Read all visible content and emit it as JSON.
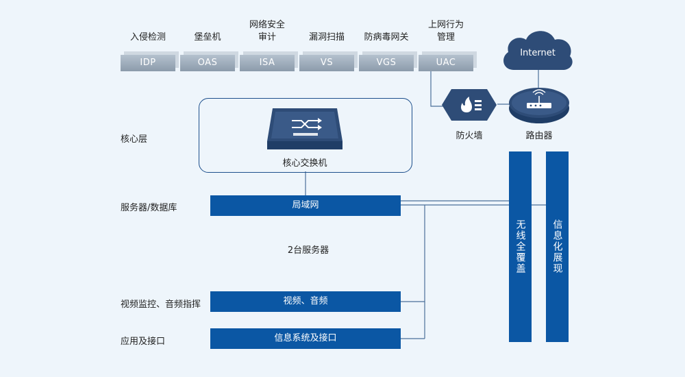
{
  "devices": [
    {
      "label": "入侵检测",
      "code": "IDP"
    },
    {
      "label": "堡垒机",
      "code": "OAS"
    },
    {
      "label": "网络安全\n审计",
      "code": "ISA"
    },
    {
      "label": "漏洞扫描",
      "code": "VS"
    },
    {
      "label": "防病毒网关",
      "code": "VGS"
    },
    {
      "label": "上网行为\n管理",
      "code": "UAC"
    }
  ],
  "internet": "Internet",
  "firewall": "防火墙",
  "router": "路由器",
  "core_switch": "核心交换机",
  "layers": {
    "core": "核心层",
    "server_db": "服务器/数据库",
    "video": "视频监控、音频指挥",
    "app": "应用及接口"
  },
  "bars": {
    "lan": "局域网",
    "servers": "2台服务器",
    "video": "视频、音频",
    "info_sys": "信息系统及接口"
  },
  "vertical_bars": {
    "wireless": "无线全覆盖",
    "display": "信息化展现"
  },
  "colors": {
    "primary": "#0b57a4",
    "device_gray": "#99a8b8",
    "dark_navy": "#2e4c77",
    "line": "#4a6f9a"
  }
}
